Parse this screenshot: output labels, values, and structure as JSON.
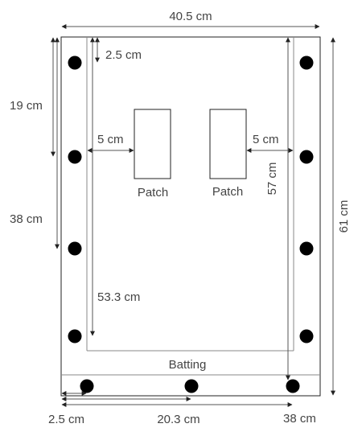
{
  "labels": {
    "total_width": "40.5 cm",
    "total_height": "61 cm",
    "top_offset": "2.5 cm",
    "hole_spacing_short": "19 cm",
    "hole_spacing_long": "38 cm",
    "side_gap_left": "5 cm",
    "side_gap_right": "5 cm",
    "right_length": "57 cm",
    "left_length": "53.3 cm",
    "bottom_offset": "2.5 cm",
    "bottom_mid": "20.3 cm",
    "bottom_right": "38 cm",
    "patch_left": "Patch",
    "patch_right": "Patch",
    "batting": "Batting"
  },
  "colors": {
    "ink": "#000000",
    "text": "#444444",
    "outline": "#222222"
  }
}
